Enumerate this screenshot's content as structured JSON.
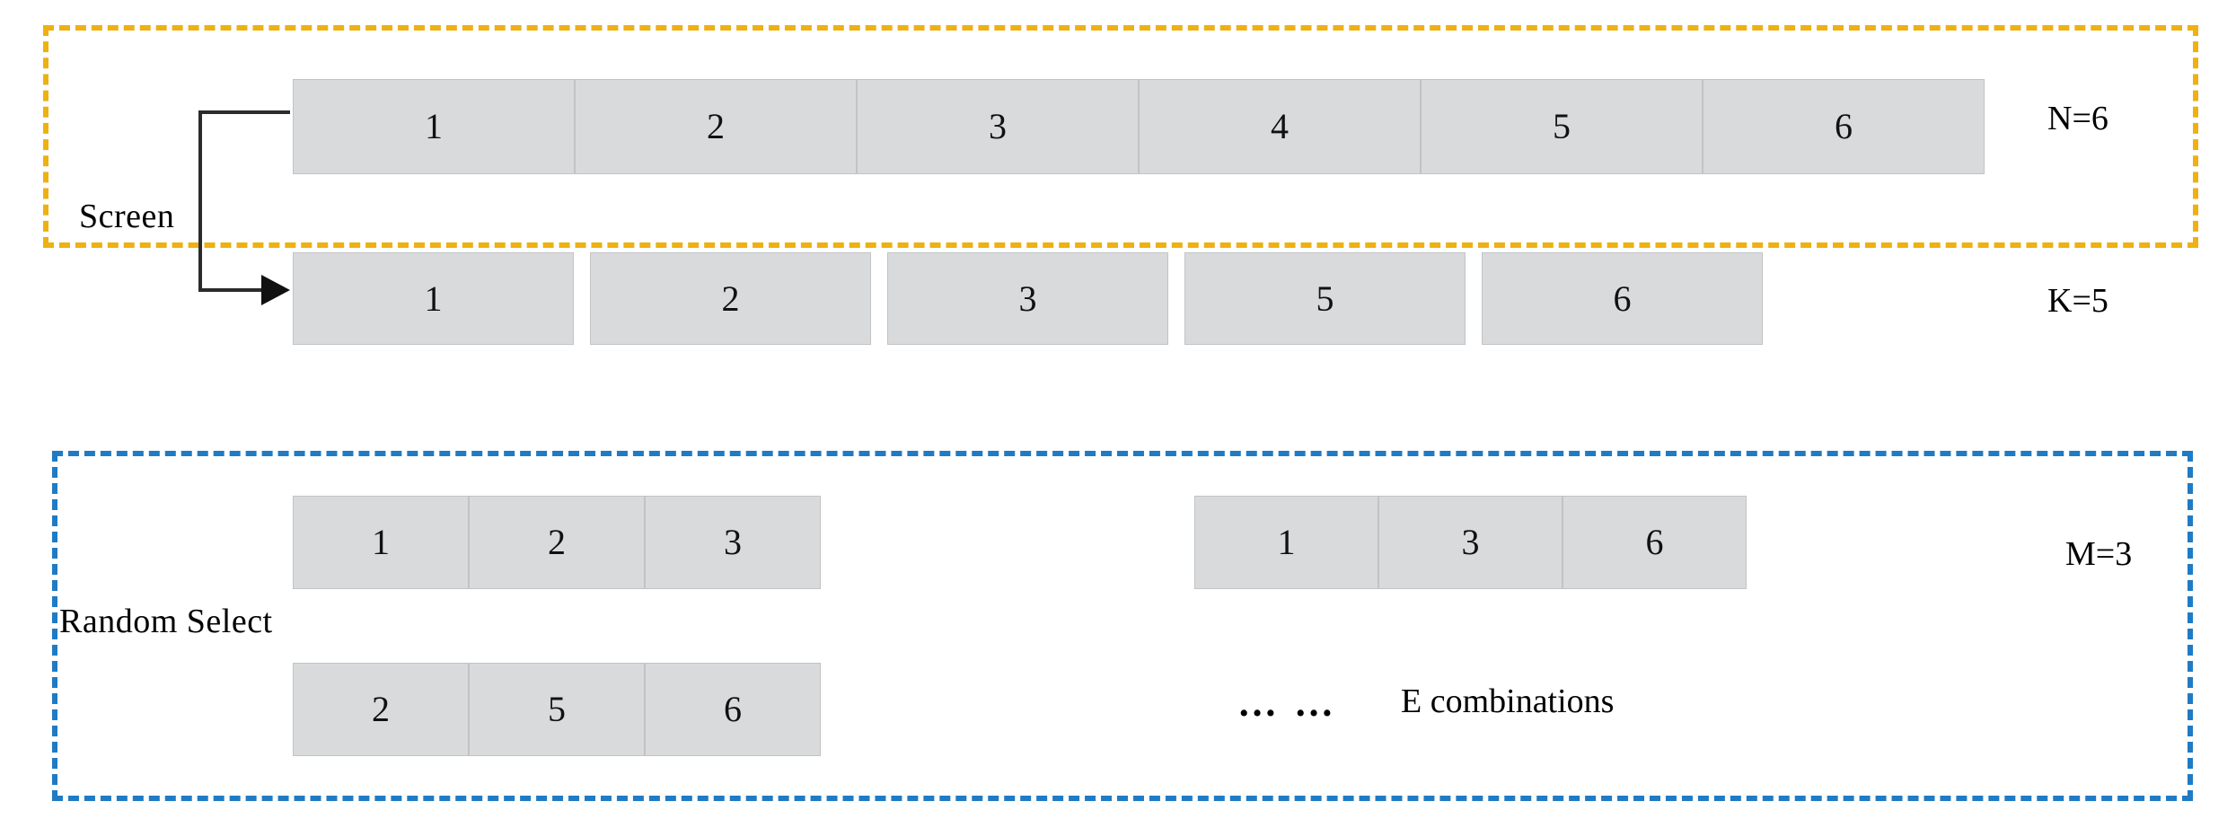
{
  "diagram": {
    "title": "Screen and Random Select sampling diagram",
    "panels": [
      {
        "id": "screen",
        "label": "Screen",
        "border_color": "#eeb111",
        "border_style": "dashed",
        "rows": [
          {
            "id": "row-n",
            "annotation": "N=6",
            "contiguous": true,
            "cells": [
              "1",
              "2",
              "3",
              "4",
              "5",
              "6"
            ]
          },
          {
            "id": "row-k",
            "annotation": "K=5",
            "contiguous": false,
            "cells": [
              "1",
              "2",
              "3",
              "5",
              "6"
            ]
          }
        ]
      },
      {
        "id": "random-select",
        "label": "Random  Select",
        "border_color": "#1f7bc4",
        "border_style": "dashed",
        "rows": [
          {
            "id": "row-m1",
            "annotation": "",
            "contiguous": true,
            "cells": [
              "1",
              "2",
              "3"
            ]
          },
          {
            "id": "row-m2",
            "annotation": "M=3",
            "contiguous": true,
            "cells": [
              "1",
              "3",
              "6"
            ]
          },
          {
            "id": "row-m3",
            "annotation": "",
            "contiguous": true,
            "cells": [
              "2",
              "5",
              "6"
            ]
          }
        ],
        "ellipsis": "… …",
        "combinations_label": "E combinations"
      }
    ],
    "connector": {
      "type": "elbow-arrow",
      "from": "row-n",
      "to": "row-k"
    },
    "colors": {
      "cell_fill": "#d9dadb",
      "cell_border": "#c2c3c4",
      "screen_border": "#eeb111",
      "random_border": "#1f7bc4",
      "text": "#000000",
      "connector": "#2b2b2b"
    }
  }
}
